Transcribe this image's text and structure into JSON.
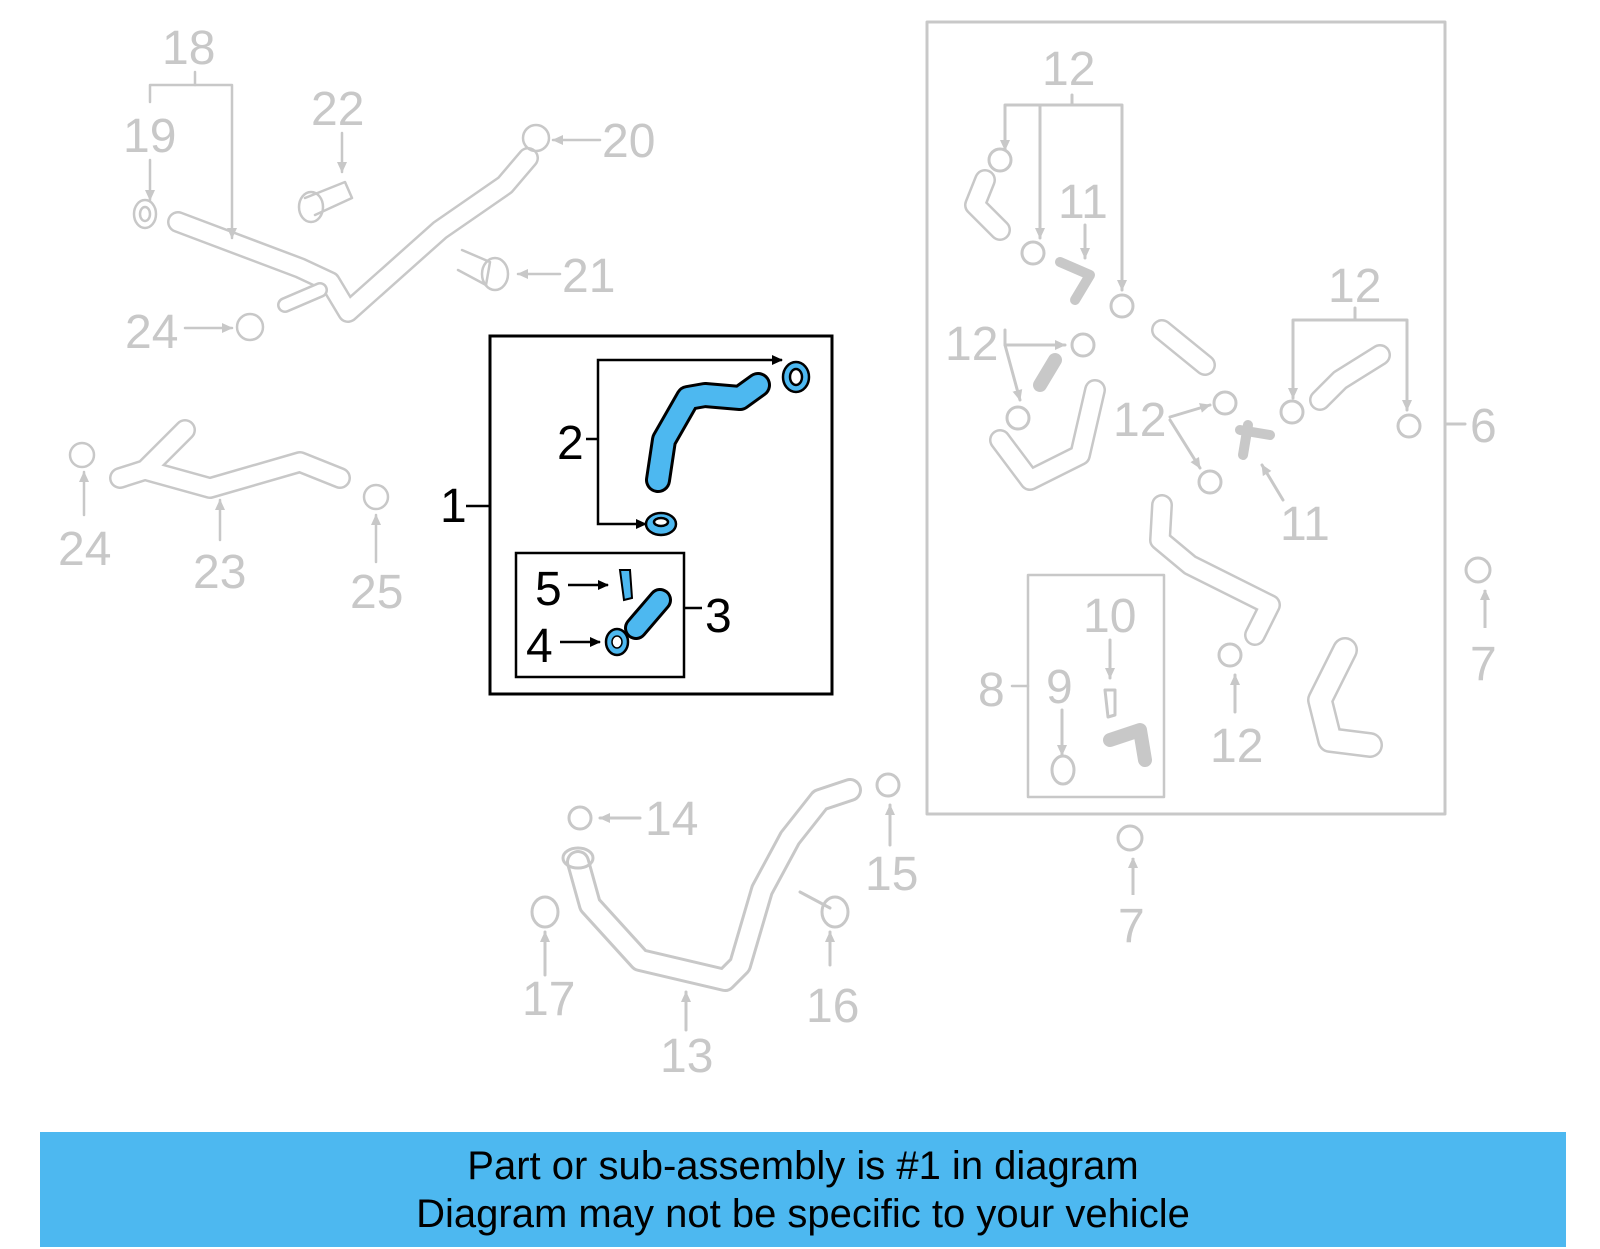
{
  "callouts": {
    "c1": "1",
    "c2": "2",
    "c3": "3",
    "c4": "4",
    "c5": "5",
    "c6": "6",
    "c7a": "7",
    "c7b": "7",
    "c8": "8",
    "c9": "9",
    "c10": "10",
    "c11a": "11",
    "c11b": "11",
    "c12a": "12",
    "c12b": "12",
    "c12c": "12",
    "c12d": "12",
    "c12e": "12",
    "c13": "13",
    "c14": "14",
    "c15": "15",
    "c16": "16",
    "c17": "17",
    "c18": "18",
    "c19": "19",
    "c20": "20",
    "c21": "21",
    "c22": "22",
    "c23": "23",
    "c24a": "24",
    "c24b": "24",
    "c25": "25"
  },
  "banner": {
    "line1": "Part or sub-assembly is #1 in diagram",
    "line2": "Diagram may not be specific to your vehicle"
  },
  "colors": {
    "highlight_part": "#4db8f0",
    "faded_part": "#c8c8c8",
    "banner_bg": "#4db8f0"
  }
}
